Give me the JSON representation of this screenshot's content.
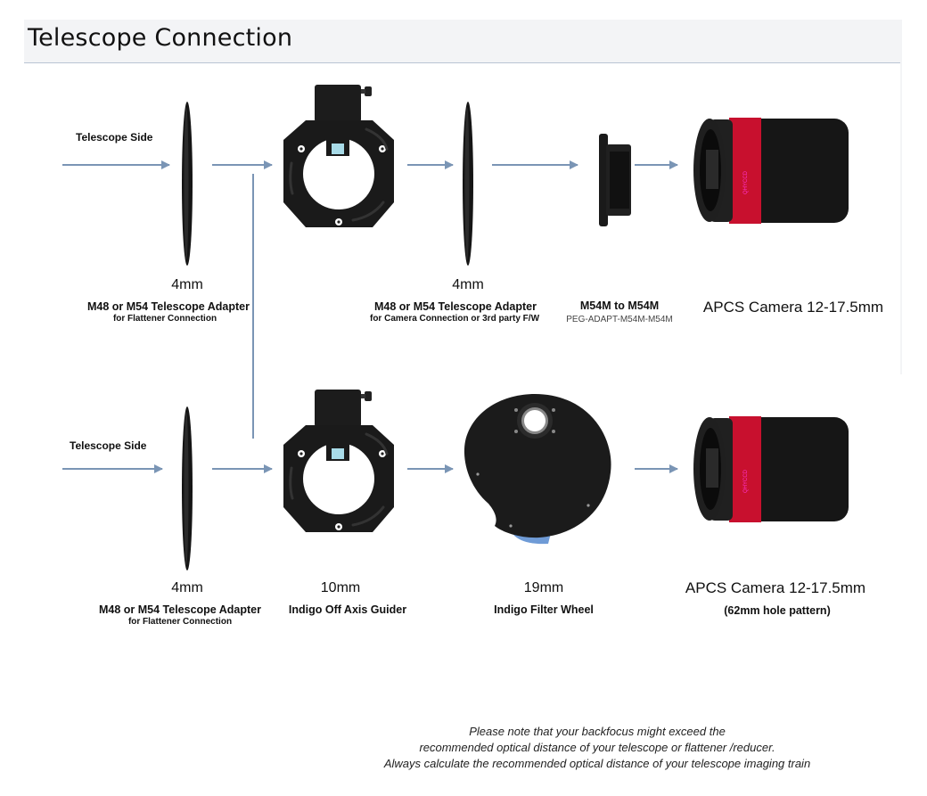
{
  "header": {
    "title": "Telescope Connection"
  },
  "colors": {
    "arrow": "#7a95b5",
    "camera_band": "#c8102e",
    "filter_tab": "#6f9bd6"
  },
  "row1": {
    "telescope_side": "Telescope Side",
    "items": [
      {
        "size": "4mm",
        "title": "M48 or M54 Telescope Adapter",
        "subtitle": "for Flattener Connection"
      },
      {
        "size": "4mm",
        "title": "M48 or M54 Telescope Adapter",
        "subtitle": "for Camera Connection or 3rd party F/W"
      },
      {
        "title": "M54M to M54M",
        "subtitle": "PEG-ADAPT-M54M-M54M"
      },
      {
        "title": "APCS Camera 12-17.5mm"
      }
    ]
  },
  "row2": {
    "telescope_side": "Telescope Side",
    "items": [
      {
        "size": "4mm",
        "title": "M48 or M54 Telescope Adapter",
        "subtitle": "for Flattener Connection"
      },
      {
        "size": "10mm",
        "title": "Indigo Off Axis Guider"
      },
      {
        "size": "19mm",
        "title": "Indigo Filter Wheel"
      },
      {
        "size": "APCS Camera 12-17.5mm",
        "title": "(62mm hole pattern)"
      }
    ]
  },
  "note": {
    "lines": [
      "Please note that your backfocus might exceed the",
      "recommended optical distance of your telescope or flattener /reducer.",
      "Always calculate the recommended optical distance of your telescope imaging train"
    ]
  }
}
